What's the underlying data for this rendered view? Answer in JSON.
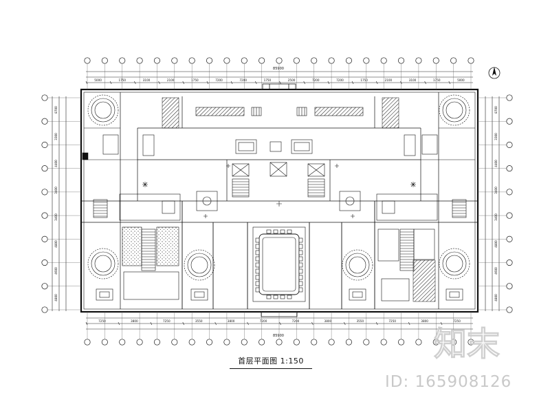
{
  "drawing": {
    "title": "首层平面图 1:150",
    "overall_dimension": "85900",
    "top_bays": [
      "5000",
      "1750",
      "3100",
      "2100",
      "1750",
      "7200",
      "7200",
      "1750",
      "2500",
      "7200",
      "7200",
      "1750",
      "2100",
      "3100",
      "1750",
      "5000"
    ],
    "bottom_bays": [
      "7250",
      "3800",
      "7250",
      "3550",
      "3800",
      "7200",
      "7200",
      "3800",
      "3550",
      "7250",
      "3800",
      "7250"
    ],
    "left_dims": [
      "8700",
      "3300",
      "4400",
      "3400",
      "3400",
      "4800",
      "4600",
      "4800"
    ],
    "right_dims": [
      "8700",
      "3300",
      "4400",
      "3400",
      "3400",
      "4800",
      "4600",
      "4800"
    ],
    "axis_count_top": 23,
    "axis_count_left": 10
  },
  "watermark": {
    "logo_text": "知末",
    "id_text": "ID: 165908126"
  }
}
